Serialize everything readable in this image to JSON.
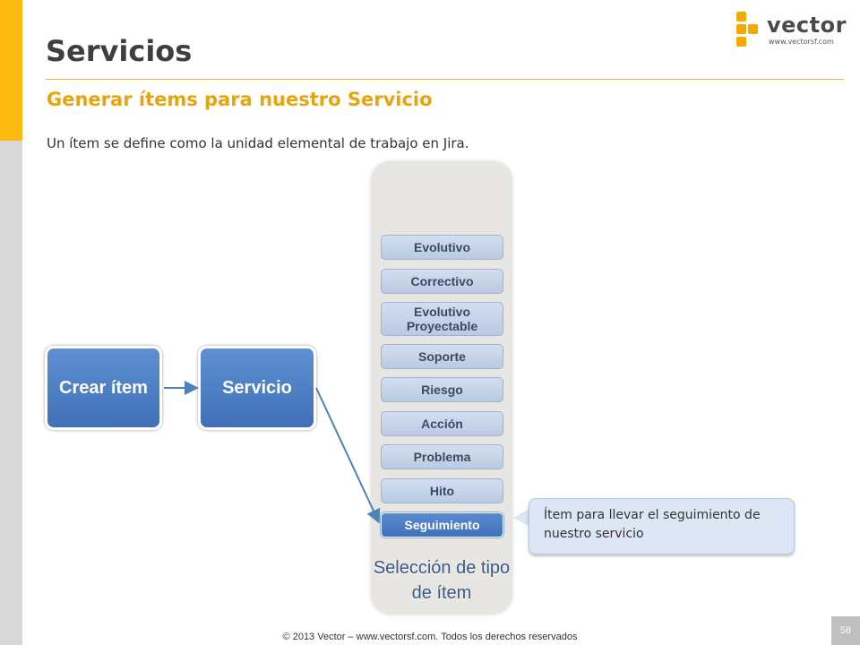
{
  "slide": {
    "title": "Servicios",
    "subtitle": "Generar ítems para nuestro Servicio",
    "body": "Un ítem se define como la unidad elemental de trabajo en Jira."
  },
  "logo": {
    "word": "vector",
    "url": "www.vectorsf.com"
  },
  "flow": {
    "crear_item": "Crear ítem",
    "servicio": "Servicio"
  },
  "item_types": {
    "label": "Selección de tipo de ítem",
    "items": [
      "Evolutivo",
      "Correctivo",
      "Evolutivo Proyectable",
      "Soporte",
      "Riesgo",
      "Acción",
      "Problema",
      "Hito",
      "Seguimiento"
    ],
    "selected": "Seguimiento"
  },
  "callout": {
    "text": "Ítem para llevar el seguimiento de nuestro servicio"
  },
  "footer": {
    "copyright": "© 2013 Vector – www.vectorsf.com. Todos los derechos reservados",
    "page_number": "58"
  },
  "colors": {
    "accent": "#FDBA0F",
    "box_blue": "#4F81BD",
    "pill_light": "#C9D6EC",
    "title_gray": "#3F3F3F"
  }
}
